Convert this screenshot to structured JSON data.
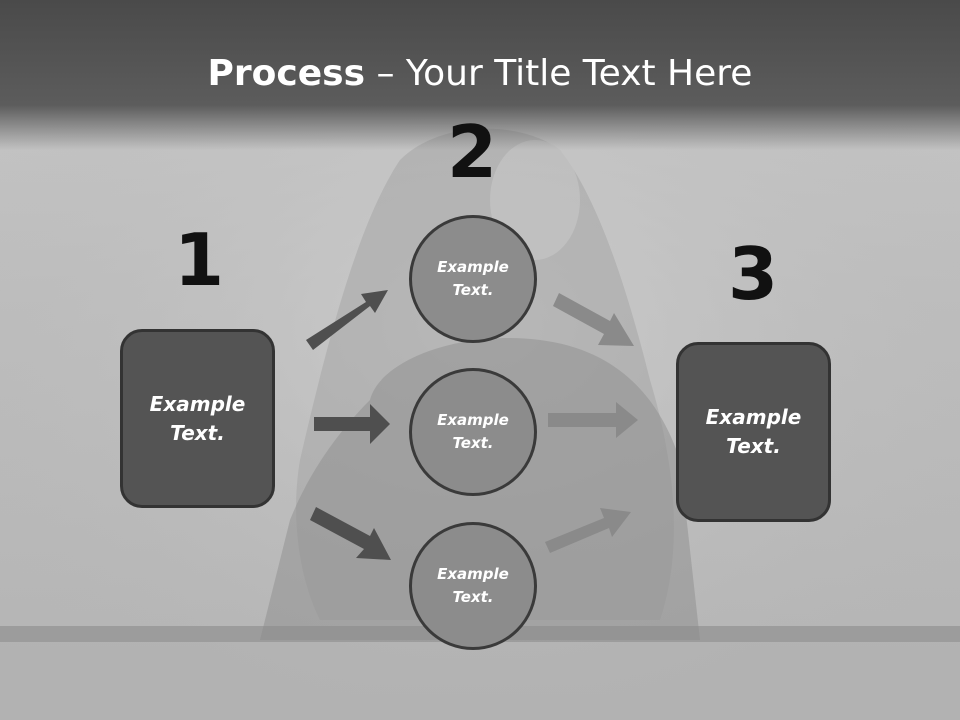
{
  "title": {
    "bold": "Process",
    "rest": " – Your Title Text Here"
  },
  "steps": [
    {
      "number": "1",
      "text": "Example Text."
    },
    {
      "number": "2",
      "texts": [
        "Example Text.",
        "Example Text.",
        "Example Text."
      ]
    },
    {
      "number": "3",
      "text": "Example Text."
    }
  ],
  "colors": {
    "title_bar": "#4a4a4a",
    "box_fill": "#545454",
    "circle_fill": "#8c8c8c",
    "dark_arrow": "#4f4f4f",
    "light_arrow": "#8a8a8a"
  }
}
